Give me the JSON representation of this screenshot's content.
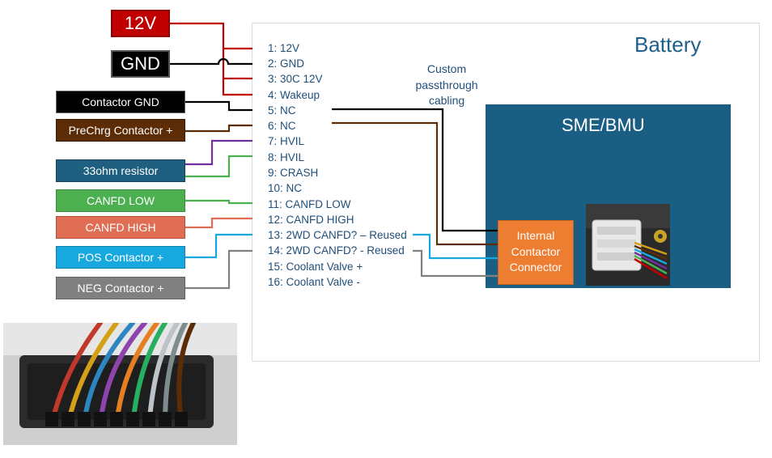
{
  "power": {
    "v12_label": "12V",
    "gnd_label": "GND"
  },
  "external_labels": [
    {
      "label": "Contactor GND",
      "color": "#000000"
    },
    {
      "label": "PreChrg Contactor +",
      "color": "#5b2c06"
    },
    {
      "label": "33ohm resistor",
      "color": "#1f5f80"
    },
    {
      "label": "CANFD LOW",
      "color": "#4caf50"
    },
    {
      "label": "CANFD HIGH",
      "color": "#e06e55"
    },
    {
      "label": "POS Contactor +",
      "color": "#18a8e0"
    },
    {
      "label": "NEG Contactor +",
      "color": "#808080"
    }
  ],
  "pins": [
    "1: 12V",
    "2: GND",
    "3: 30C 12V",
    "4: Wakeup",
    "5: NC",
    "6: NC",
    "7: HVIL",
    "8: HVIL",
    "9: CRASH",
    "10: NC",
    "11: CANFD LOW",
    "12: CANFD HIGH",
    "13: 2WD CANFD? – Reused",
    "14: 2WD CANFD? - Reused",
    "15: Coolant Valve +",
    "16: Coolant Valve -"
  ],
  "battery": {
    "title": "Battery"
  },
  "note": {
    "line1": "Custom",
    "line2": "passthrough",
    "line3": "cabling"
  },
  "sme": {
    "title": "SME/BMU"
  },
  "connector": {
    "line1": "Internal",
    "line2": "Contactor",
    "line3": "Connector"
  },
  "colors": {
    "red": "#c00000",
    "black": "#000000",
    "brown": "#5b2c06",
    "purple": "#7030a0",
    "green": "#4caf50",
    "salmon": "#e06e55",
    "cyan": "#18a8e0",
    "gray": "#808080",
    "battery_title": "#1f5f8b",
    "sme_fill": "#1b5e84",
    "connector_fill": "#ed7d31"
  }
}
